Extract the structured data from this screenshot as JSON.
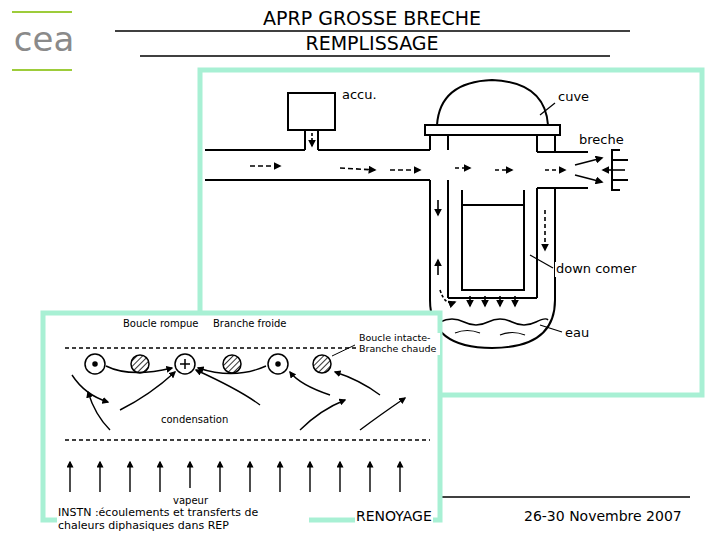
{
  "diagram": {
    "title": "APRP GROSSE BRECHE REMPLISSAGE",
    "labels": [
      "cea",
      "accu.",
      "cuve",
      "breche",
      "down comer",
      "eau",
      "Boucle rompue",
      "Branche froide",
      "Boucle intacte- Branche chaude",
      "condensation",
      "vapeur",
      "INSTN :écoulements et transferts de chaleurs diphasiques dans REP",
      "RENOYAGE",
      "26-30 Novembre 2007"
    ]
  }
}
